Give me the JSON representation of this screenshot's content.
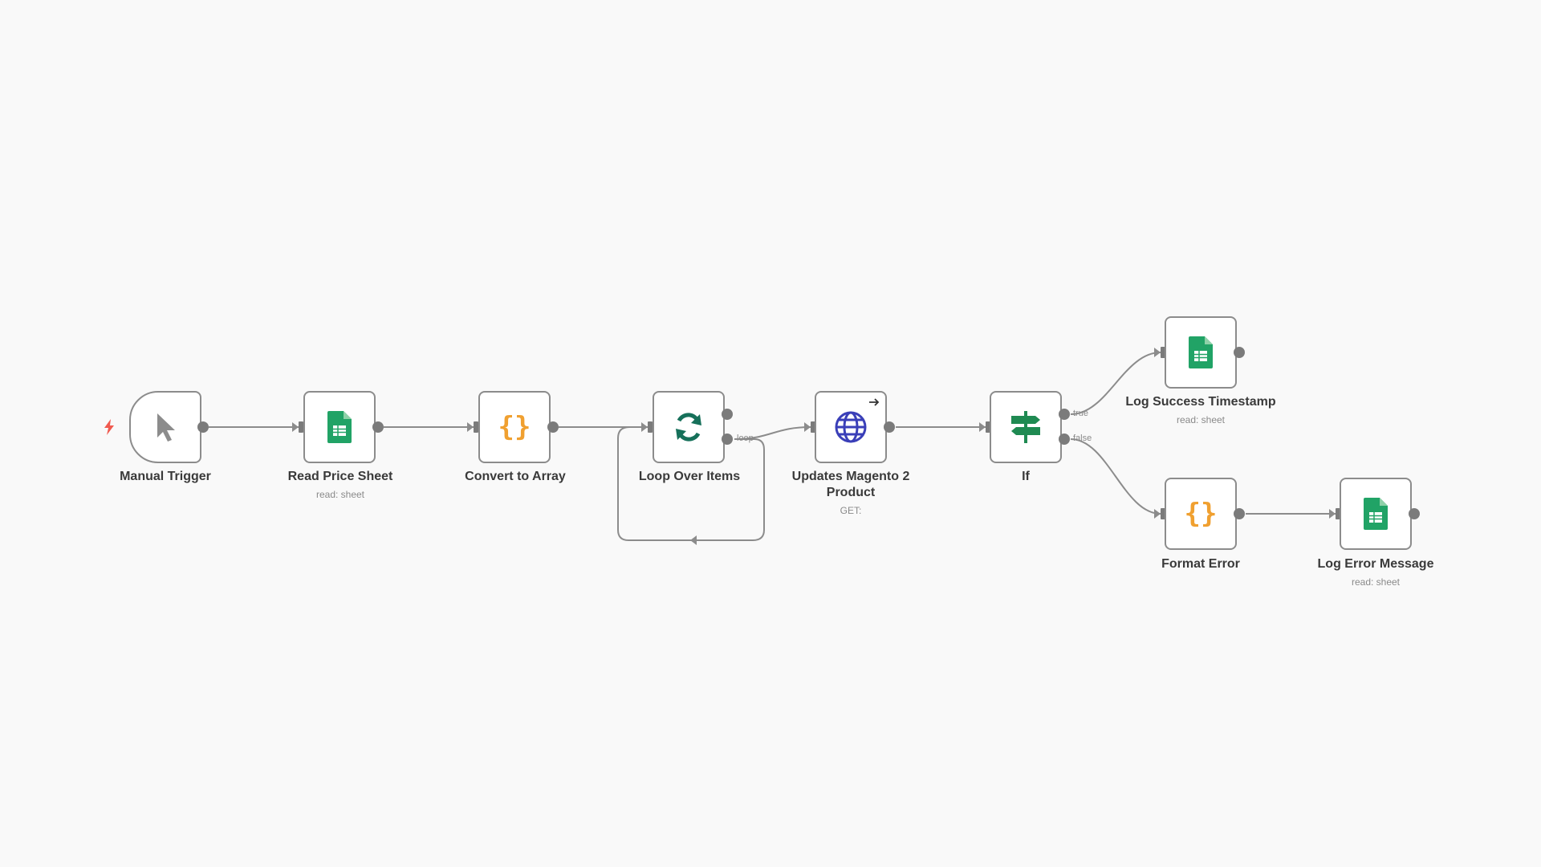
{
  "nodes": {
    "manual_trigger": {
      "label": "Manual Trigger"
    },
    "read_price_sheet": {
      "label": "Read Price Sheet",
      "sublabel": "read: sheet"
    },
    "convert_to_array": {
      "label": "Convert to Array"
    },
    "loop_over_items": {
      "label": "Loop Over Items",
      "loop_port_label": "loop"
    },
    "updates_magento": {
      "label": "Updates Magento 2 Product",
      "sublabel": "GET:"
    },
    "if": {
      "label": "If",
      "true_label": "true",
      "false_label": "false"
    },
    "log_success": {
      "label": "Log Success Timestamp",
      "sublabel": "read: sheet"
    },
    "format_error": {
      "label": "Format Error"
    },
    "log_error": {
      "label": "Log Error Message",
      "sublabel": "read: sheet"
    }
  },
  "colors": {
    "canvas_bg": "#f9f9f9",
    "node_border": "#8c8c8c",
    "edge": "#8c8c8c",
    "sheets_green": "#21a366",
    "code_orange": "#f0a030",
    "loop_teal": "#16705a",
    "http_blue": "#3a3fb8",
    "if_green": "#1f8a52",
    "cursor_gray": "#8c8c8c",
    "trigger_bolt": "#f05a4f"
  },
  "icons": {
    "manual_trigger": "mouse-pointer-icon",
    "read_price_sheet": "google-sheets-icon",
    "convert_to_array": "code-braces-icon",
    "loop_over_items": "refresh-icon",
    "updates_magento": "globe-icon",
    "if": "signpost-icon",
    "log_success": "google-sheets-icon",
    "format_error": "code-braces-icon",
    "log_error": "google-sheets-icon",
    "trigger_marker": "lightning-bolt-icon",
    "magento_corner": "arrow-right-icon"
  }
}
